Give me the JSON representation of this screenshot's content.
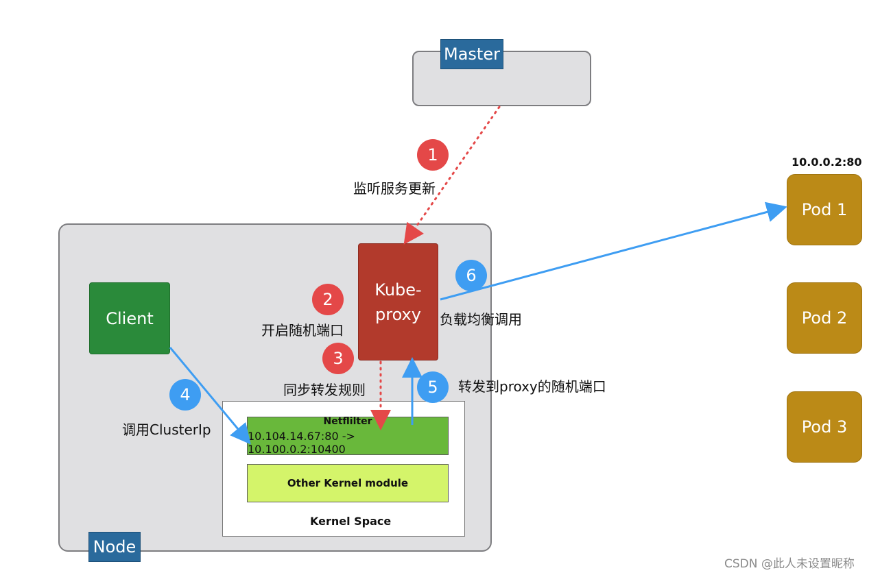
{
  "master": {
    "label": "Master"
  },
  "node": {
    "label": "Node"
  },
  "client": {
    "label": "Client"
  },
  "kube_proxy": {
    "label_line1": "Kube-",
    "label_line2": "proxy"
  },
  "steps": [
    {
      "number": "1",
      "text": "监听服务更新",
      "color": "#e44848"
    },
    {
      "number": "2",
      "text": "开启随机端口",
      "color": "#e44848"
    },
    {
      "number": "3",
      "text": "同步转发规则",
      "color": "#e44848"
    },
    {
      "number": "4",
      "text": "调用ClusterIp",
      "color": "#3e9df2"
    },
    {
      "number": "5",
      "text": "转发到proxy的随机端口",
      "color": "#3e9df2"
    },
    {
      "number": "6",
      "text": "负载均衡调用",
      "color": "#3e9df2"
    }
  ],
  "kernel": {
    "netfilter_title": "Netflilter",
    "netfilter_rule": "10.104.14.67:80 -> 10.100.0.2:10400",
    "other_module": "Other Kernel module",
    "space_label": "Kernel Space"
  },
  "pods": {
    "address": "10.0.0.2:80",
    "items": [
      "Pod 1",
      "Pod 2",
      "Pod 3"
    ]
  },
  "watermark": "CSDN @此人未设置昵称"
}
